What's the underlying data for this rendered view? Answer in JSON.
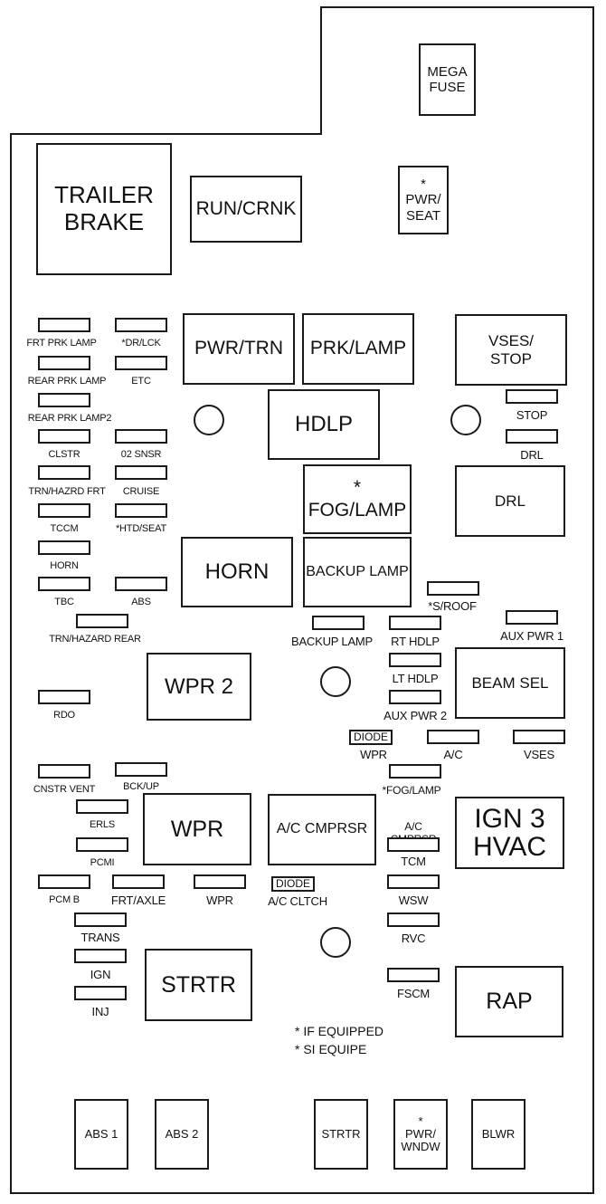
{
  "relays": {
    "mega_fuse": "MEGA\nFUSE",
    "trailer_brake": "TRAILER\nBRAKE",
    "run_crnk": "RUN/CRNK",
    "pwr_seat": "*\nPWR/\nSEAT",
    "pwr_trn": "PWR/TRN",
    "prk_lamp": "PRK/LAMP",
    "vses_stop": "VSES/\nSTOP",
    "hdlp": "HDLP",
    "fog_lamp": "*\nFOG/LAMP",
    "drl": "DRL",
    "horn": "HORN",
    "backup_lamp": "BACKUP LAMP",
    "wpr2": "WPR 2",
    "beam_sel": "BEAM SEL",
    "wpr": "WPR",
    "ac_cmprsr": "A/C CMPRSR",
    "ign3_hvac": "IGN 3\nHVAC",
    "strtr": "STRTR",
    "rap": "RAP"
  },
  "fuses": {
    "frt_prk_lamp": "FRT PRK LAMP",
    "dr_lck": "*DR/LCK",
    "rear_prk_lamp": "REAR PRK LAMP",
    "etc": "ETC",
    "rear_prk_lamp2": "REAR PRK LAMP2",
    "clstr": "CLSTR",
    "o2_snsr": "02 SNSR",
    "trn_hazrd_frt": "TRN/HAZRD FRT",
    "cruise": "CRUISE",
    "tccm": "TCCM",
    "htd_seat": "*HTD/SEAT",
    "horn": "HORN",
    "tbc": "TBC",
    "abs": "ABS",
    "trn_hazard_rear": "TRN/HAZARD REAR",
    "rdo": "RDO",
    "cnstr_vent": "CNSTR VENT",
    "bck_up": "BCK/UP",
    "erls": "ERLS",
    "pcmi": "PCMI",
    "pcm_b": "PCM B",
    "frt_axle": "FRT/AXLE",
    "wpr": "WPR",
    "trans": "TRANS",
    "ign": "IGN",
    "inj": "INJ",
    "stop": "STOP",
    "drl": "DRL",
    "s_roof": "*S/ROOF",
    "backup_lamp": "BACKUP LAMP",
    "rt_hdlp": "RT HDLP",
    "aux_pwr_1": "AUX PWR 1",
    "lt_hdlp": "LT HDLP",
    "aux_pwr_2": "AUX PWR 2",
    "wpr_diode": "WPR",
    "ac": "A/C",
    "vses": "VSES",
    "fog_lamp": "*FOG/LAMP",
    "ac_cmprsr": "A/C\nCMPRSR",
    "tcm": "TCM",
    "wsw": "WSW",
    "rvc": "RVC",
    "fscm": "FSCM",
    "ac_cltch": "A/C CLTCH"
  },
  "diodes": {
    "upper": "DIODE",
    "lower": "DIODE"
  },
  "bottom_fuses": {
    "abs1": "ABS 1",
    "abs2": "ABS 2",
    "strtr": "STRTR",
    "pwr_wndw": "*\nPWR/\nWNDW",
    "blwr": "BLWR"
  },
  "notes": {
    "line1": "*  IF EQUIPPED",
    "line2": "*  SI EQUIPE"
  }
}
